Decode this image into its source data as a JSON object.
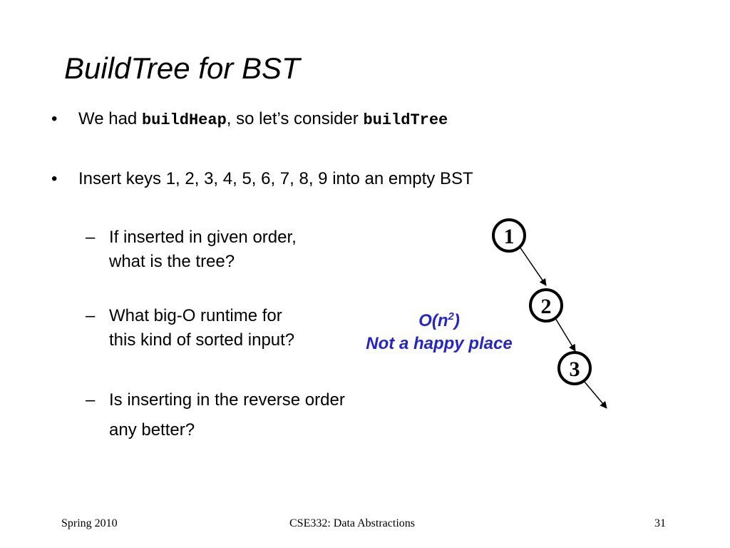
{
  "slide": {
    "title": "BuildTree for BST",
    "bullets": [
      {
        "marker": "•",
        "parts": [
          "We had ",
          "buildHeap",
          ", so let’s consider ",
          "buildTree"
        ]
      },
      {
        "marker": "•",
        "text": "Insert keys 1, 2, 3, 4, 5, 6, 7, 8, 9 into an empty BST"
      }
    ],
    "subbullets": [
      {
        "marker": "–",
        "lines": [
          "If inserted in given order,",
          "what is the tree?"
        ]
      },
      {
        "marker": "–",
        "lines": [
          "What big-O runtime for",
          "this kind of sorted input?"
        ]
      },
      {
        "marker": "–",
        "lines": [
          "Is inserting in the reverse order",
          "any better?"
        ]
      }
    ],
    "annotation": {
      "complexity_prefix": "O(n",
      "complexity_exp": "2",
      "complexity_suffix": ")",
      "remark": "Not a happy place",
      "color": "#2626c8"
    },
    "tree": {
      "nodes": [
        "1",
        "2",
        "3"
      ]
    },
    "footer": {
      "left": "Spring 2010",
      "center": "CSE332: Data Abstractions",
      "right": "31"
    }
  }
}
